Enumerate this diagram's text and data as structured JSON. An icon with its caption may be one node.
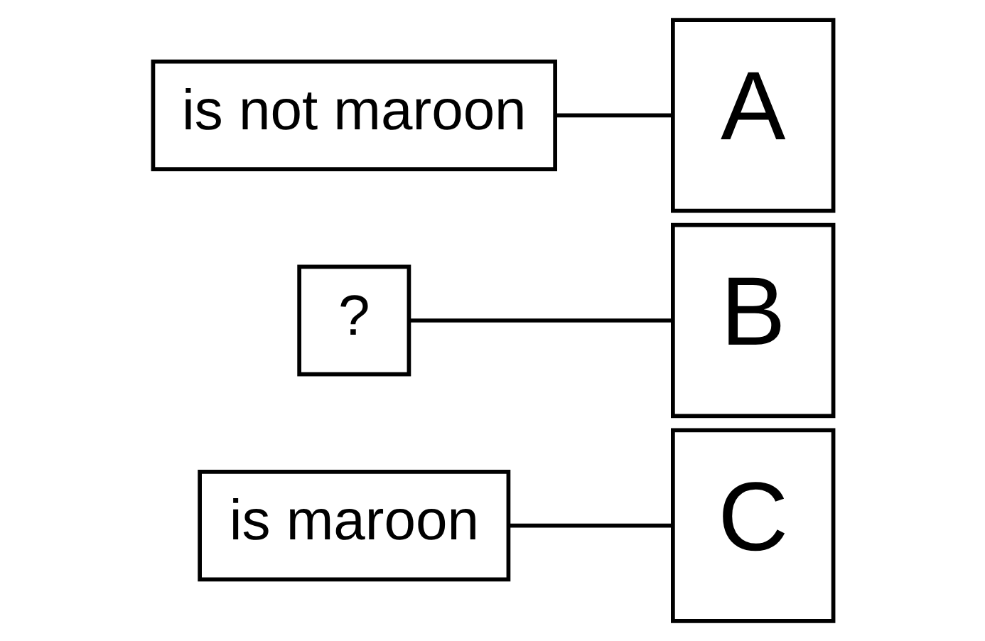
{
  "diagram": {
    "nodes": [
      {
        "text": [
          "A"
        ]
      },
      {
        "text": [
          "is not maroon"
        ]
      },
      {
        "text": [
          "B"
        ]
      },
      {
        "text": [
          "?"
        ]
      },
      {
        "text": [
          "C"
        ]
      },
      {
        "text": [
          "is maroon"
        ]
      }
    ],
    "edges": [
      {
        "from": 1,
        "to": 0,
        "arrow": "none"
      },
      {
        "from": 3,
        "to": 2,
        "arrow": "none"
      },
      {
        "from": 5,
        "to": 4,
        "arrow": "none"
      }
    ]
  }
}
